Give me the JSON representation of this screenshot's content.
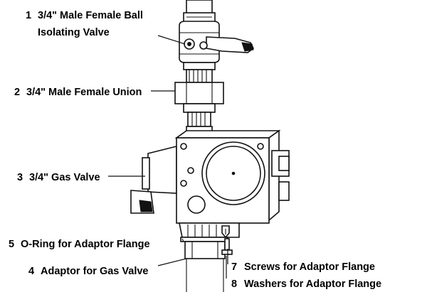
{
  "diagram": {
    "labels": [
      {
        "num": "1",
        "text": "3/4\" Male Female Ball",
        "text2": "Isolating Valve"
      },
      {
        "num": "2",
        "text": "3/4\" Male Female Union"
      },
      {
        "num": "3",
        "text": "3/4\" Gas Valve"
      },
      {
        "num": "5",
        "text": "O-Ring for Adaptor Flange"
      },
      {
        "num": "4",
        "text": "Adaptor for Gas Valve"
      },
      {
        "num": "7",
        "text": "Screws for Adaptor Flange"
      },
      {
        "num": "8",
        "text": "Washers for Adaptor Flange"
      }
    ]
  }
}
